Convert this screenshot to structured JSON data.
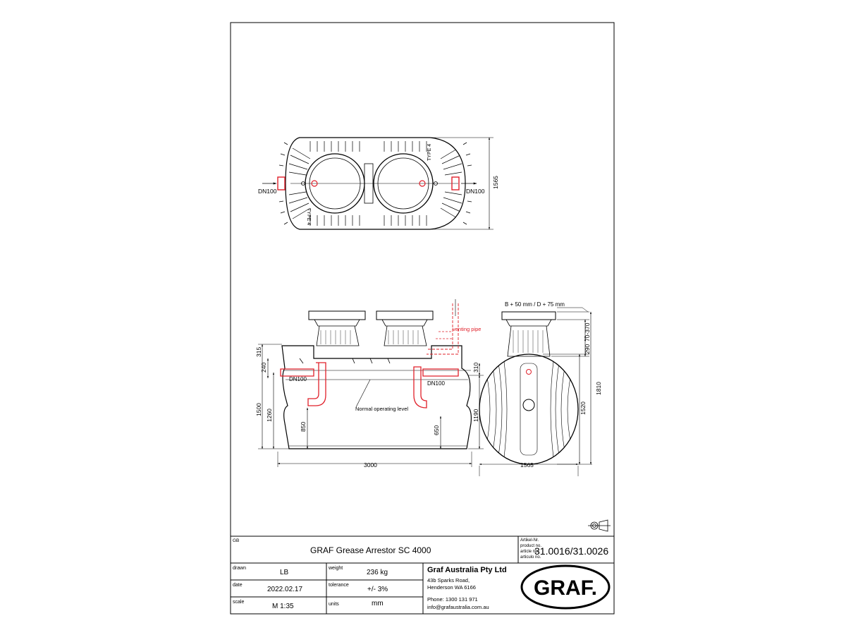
{
  "top_view": {
    "inlet_label": "DN100",
    "outlet_label": "DN100",
    "width_dim": "1565",
    "type_mark_right": "TYPE 4",
    "type_mark_left": "TYPE 4"
  },
  "side_view": {
    "dims": {
      "d315": "315",
      "d240": "240",
      "d1500": "1500",
      "d1260": "1260",
      "d850": "850",
      "d650": "650",
      "d310": "310",
      "d1190": "1190",
      "d3000": "3000"
    },
    "inlet_label": "DN100",
    "outlet_label": "DN100",
    "venting_pipe": "venting pipe",
    "operating_level": "Normal operating level"
  },
  "end_view": {
    "opening_note": "B + 50 mm / D + 75 mm",
    "dims": {
      "d70_370": "70-370",
      "d290": "290",
      "d1810": "1810",
      "d1520": "1520",
      "d1565": "1565"
    }
  },
  "title_block": {
    "lang": "GB",
    "title": "GRAF Grease Arrestor SC 4000",
    "article_labels": [
      "Artikel-Nr.",
      "product no.",
      "article no.",
      "articulo no."
    ],
    "article_no": "31.0016/31.0026",
    "drawn_label": "drawn",
    "drawn_value": "LB",
    "date_label": "date",
    "date_value": "2022.02.17",
    "scale_label": "scale",
    "scale_value": "M 1:35",
    "weight_label": "weight",
    "weight_value": "236 kg",
    "tolerance_label": "tolerance",
    "tolerance_value": "+/- 3%",
    "units_label": "units",
    "units_value": "mm",
    "company": "Graf Australia Pty Ltd",
    "address1": "43b Sparks Road,",
    "address2": "Henderson WA 6166",
    "phone": "Phone: 1300 131 971",
    "email": "info@grafaustralia.com.au",
    "logo": "GRAF."
  },
  "colors": {
    "line": "#000000",
    "pipe_red": "#e0202a",
    "hidden_red": "#e0202a"
  }
}
